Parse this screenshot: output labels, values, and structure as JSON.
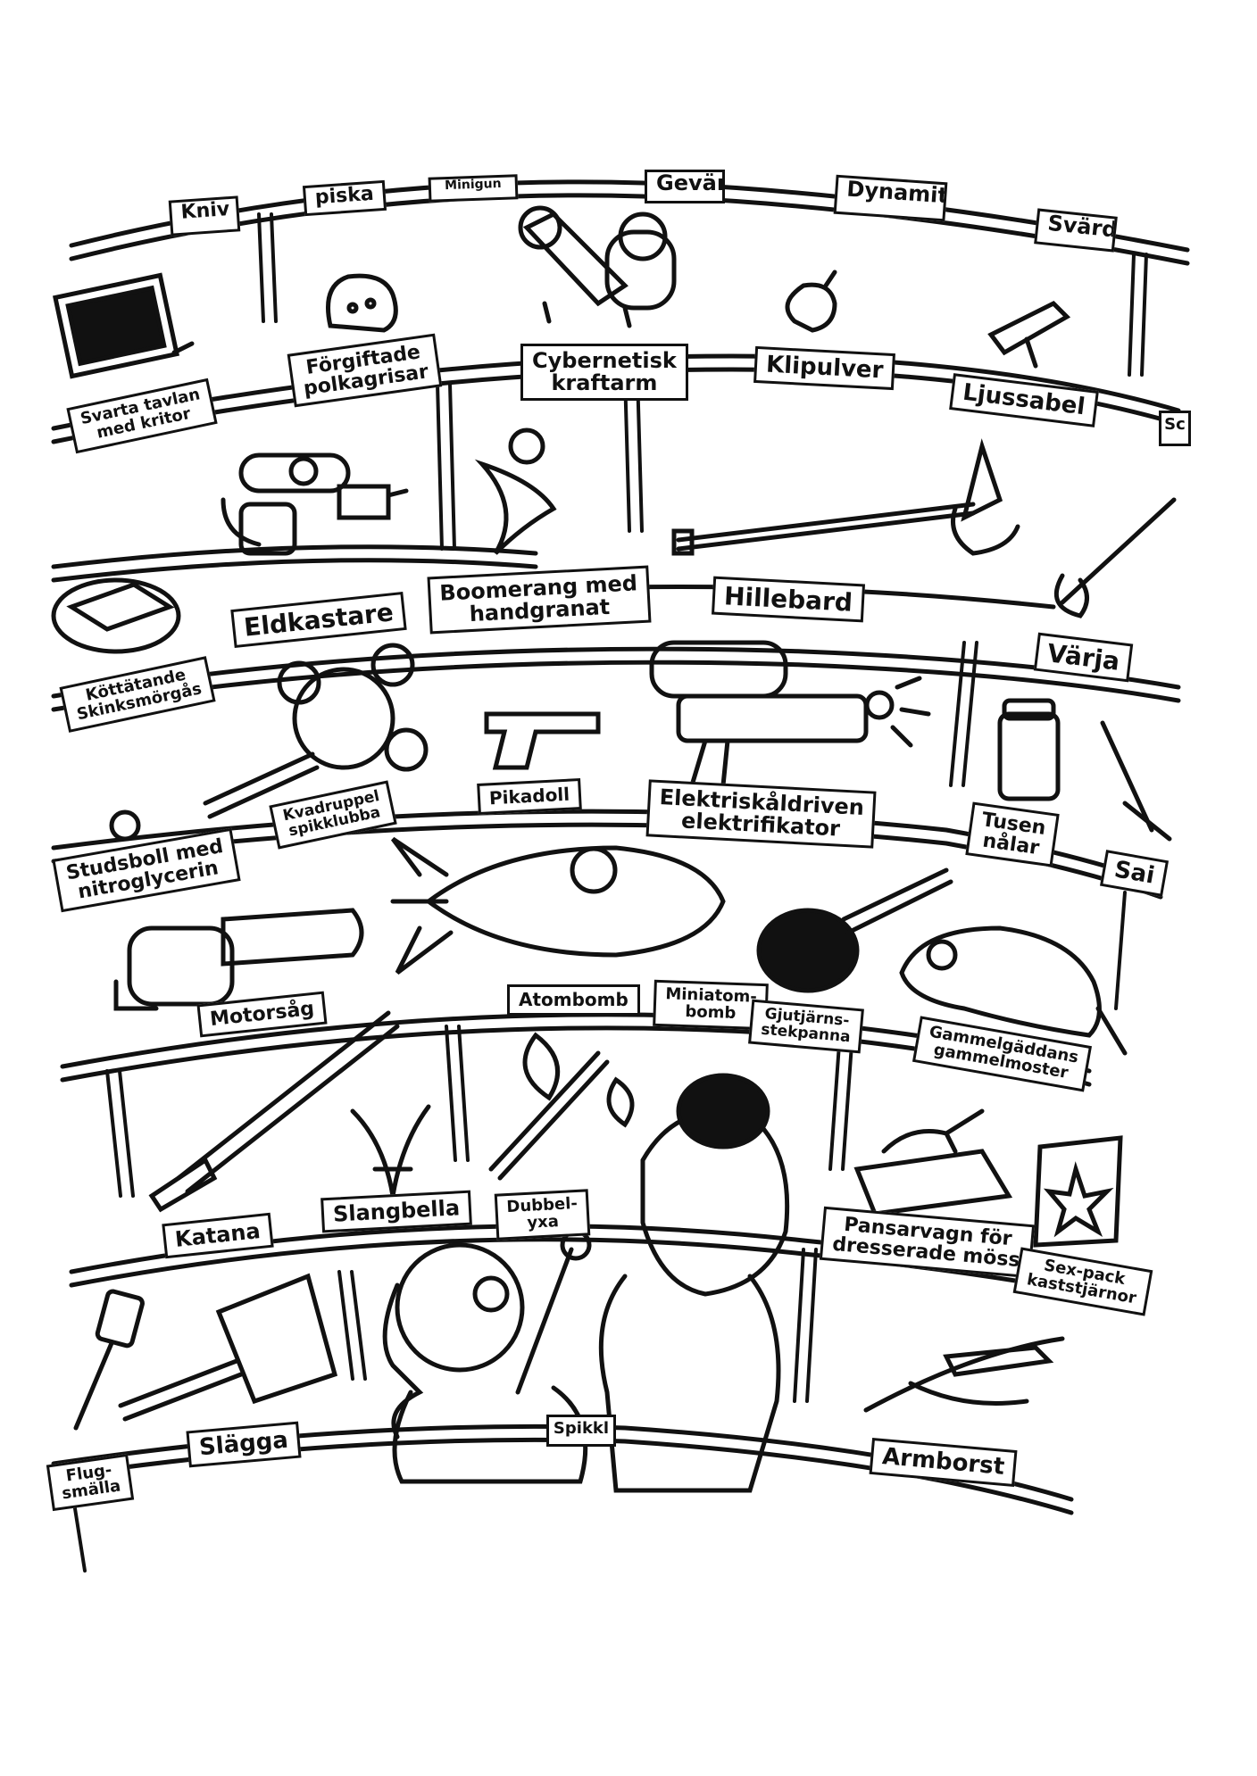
{
  "labels": {
    "kniv": "Kniv",
    "piska": "piska",
    "minigun": "Minigun",
    "gevar": "Gevär",
    "dynamit": "Dynamit",
    "svard": "Svärd",
    "svarta_tavlan": "Svarta tavlan\nmed kritor",
    "forgiftade": "Förgiftade\npolkagrisar",
    "cybernetisk": "Cybernetisk\nkraftarm",
    "klipulver": "Klipulver",
    "ljussabel": "Ljussabel",
    "sc": "Sc",
    "eldkastare": "Eldkastare",
    "boomerang": "Boomerang med\nhandgranat",
    "hillebard": "Hillebard",
    "kottatande": "Köttätande\nSkinksmörgås",
    "varja": "Värja",
    "pikadoll": "Pikadoll",
    "kvadruppel": "Kvadruppel\nspikklubba",
    "elektriskaldriven": "Elektriskåldriven\nelektrifikator",
    "tusen": "Tusen\nnålar",
    "sai": "Sai",
    "studsboll": "Studsboll med\nnitroglycerin",
    "motorsag": "Motorsåg",
    "atombomb": "Atombomb",
    "miniatombomb": "Miniatom-\nbomb",
    "gjutjarns": "Gjutjärns-\nstekpanna",
    "gammelgaddans": "Gammelgäddans\ngammelmoster",
    "katana": "Katana",
    "slangbella": "Slangbella",
    "dubbelyxa": "Dubbel-\nyxa",
    "pansarvagn": "Pansarvagn för\ndresserade möss",
    "sexpack": "Sex-pack\nkaststjärnor",
    "flugsmalla": "Flug-\nsmälla",
    "slagga": "Slägga",
    "spikklubba": "Spikkl",
    "armborst": "Armborst"
  }
}
